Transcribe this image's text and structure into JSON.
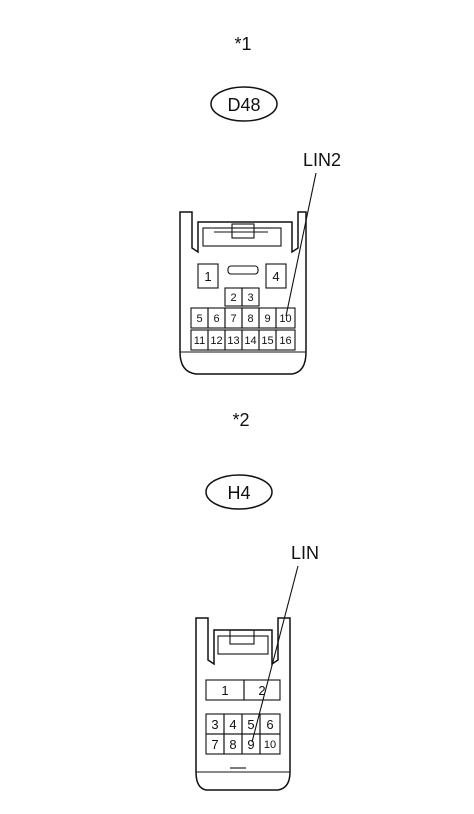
{
  "connector1": {
    "marker": "*1",
    "code": "D48",
    "callout": "LIN2",
    "pins": {
      "p1": "1",
      "p2": "2",
      "p3": "3",
      "p4": "4",
      "p5": "5",
      "p6": "6",
      "p7": "7",
      "p8": "8",
      "p9": "9",
      "p10": "10",
      "p11": "11",
      "p12": "12",
      "p13": "13",
      "p14": "14",
      "p15": "15",
      "p16": "16"
    }
  },
  "connector2": {
    "marker": "*2",
    "code": "H4",
    "callout": "LIN",
    "pins": {
      "p1": "1",
      "p2": "2",
      "p3": "3",
      "p4": "4",
      "p5": "5",
      "p6": "6",
      "p7": "7",
      "p8": "8",
      "p9": "9",
      "p10": "10"
    }
  }
}
